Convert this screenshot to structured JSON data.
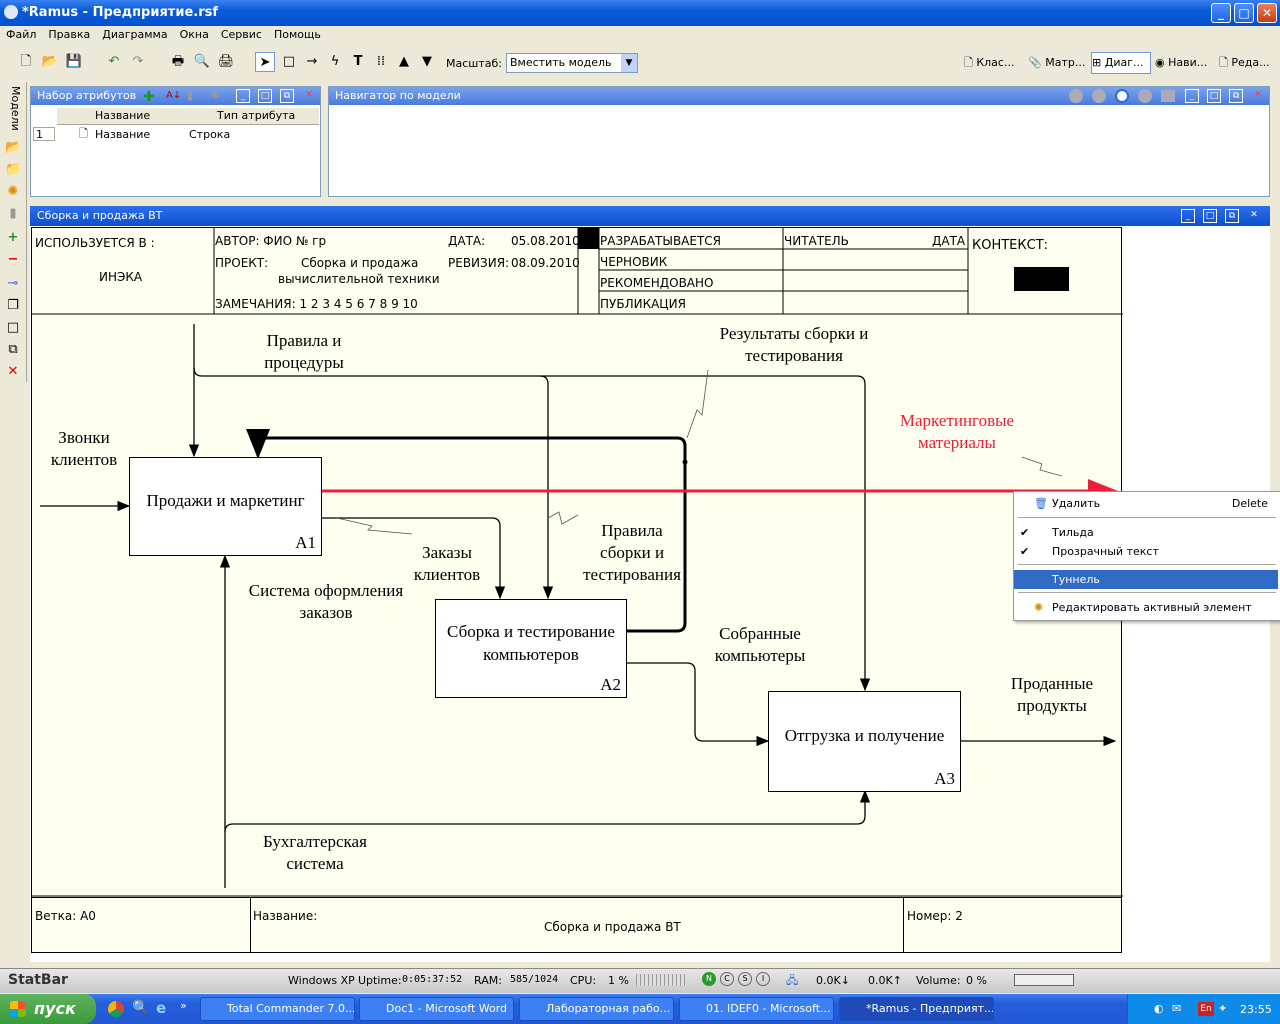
{
  "window": {
    "title": "*Ramus - Предприятие.rsf",
    "colors": {
      "titlebar": "#0451d0",
      "canvas": "#fffff0",
      "red_arrow": "#ee1d3b"
    }
  },
  "menu": [
    "Файл",
    "Правка",
    "Диаграмма",
    "Окна",
    "Сервис",
    "Помощь"
  ],
  "toolbar": {
    "scale_label": "Масштаб:",
    "scale_value": "Вместить модель",
    "tabs": [
      "Клас...",
      "Матр...",
      "Диаг...",
      "Нави...",
      "Реда..."
    ]
  },
  "left_tab": "Модели",
  "attr_panel": {
    "title": "Набор атрибутов",
    "columns": [
      "Название",
      "Тип атрибута"
    ],
    "rows": [
      {
        "num": "1",
        "name": "Название",
        "type": "Строка"
      }
    ]
  },
  "nav_panel": {
    "title": "Навигатор по модели"
  },
  "diagram_window": {
    "title": "Сборка и продажа ВТ"
  },
  "header": {
    "used_in_label": "ИСПОЛЬЗУЕТСЯ В :",
    "used_in": "ИНЭКА",
    "author": "АВТОР: ФИО № гр",
    "project_label": "ПРОЕКТ:",
    "project_line1": "Сборка и продажа",
    "project_line2": "вычислительной техники",
    "notes": "ЗАМЕЧАНИЯ: 1 2 3 4 5 6 7 8 9 10",
    "date_label": "ДАТА:",
    "date": "05.08.2010",
    "rev_label": "РЕВИЗИЯ:",
    "rev": "08.09.2010",
    "status": [
      "РАЗРАБАТЫВАЕТСЯ",
      "ЧЕРНОВИК",
      "РЕКОМЕНДОВАНО",
      "ПУБЛИКАЦИЯ"
    ],
    "reader": "ЧИТАТЕЛЬ",
    "reader_date": "ДАТА",
    "context": "КОНТЕКСТ:"
  },
  "footer": {
    "branch": "Ветка: A0",
    "name_label": "Название:",
    "name": "Сборка и продажа ВТ",
    "number": "Номер: 2"
  },
  "boxes": [
    {
      "name": "Продажи и маркетинг",
      "code": "A1"
    },
    {
      "name_line1": "Сборка и тестирование",
      "name_line2": "компьютеров",
      "code": "A2"
    },
    {
      "name": "Отгрузка и получение",
      "code": "A3"
    }
  ],
  "labels": {
    "rules": [
      "Правила и",
      "процедуры"
    ],
    "results": [
      "Результаты сборки и",
      "тестирования"
    ],
    "marketing": [
      "Маркетинговые",
      "материалы"
    ],
    "calls": [
      "Звонки",
      "клиентов"
    ],
    "orders": [
      "Заказы",
      "клиентов"
    ],
    "assembly_rules": [
      "Правила",
      "сборки и",
      "тестирования"
    ],
    "order_system": [
      "Система оформления",
      "заказов"
    ],
    "assembled": [
      "Собранные",
      "компьютеры"
    ],
    "sold": [
      "Проданные",
      "продукты"
    ],
    "accounting": [
      "Бухгалтерская",
      "система"
    ]
  },
  "context_menu": {
    "delete": "Удалить",
    "delete_key": "Delete",
    "tilde": "Тильда",
    "transparent": "Прозрачный текст",
    "tunnel": "Туннель",
    "edit": "Редактировать активный элемент"
  },
  "statbar": {
    "brand": "StatBar",
    "os": "Windows XP",
    "uptime_label": "Uptime:",
    "uptime": "0:05:37:52",
    "ram_label": "RAM:",
    "ram": "585/1024",
    "cpu_label": "CPU:",
    "cpu": "1 %",
    "net_down": "0.0K",
    "net_up": "0.0K",
    "volume_label": "Volume:",
    "volume": "0 %"
  },
  "taskbar": {
    "start": "пуск",
    "tasks": [
      "Total Commander 7.0...",
      "Doc1 - Microsoft Word",
      "Лабораторная рабо...",
      "01. IDEF0 - Microsoft...",
      "*Ramus - Предприят..."
    ],
    "lang": "EN",
    "time": "23:55"
  }
}
